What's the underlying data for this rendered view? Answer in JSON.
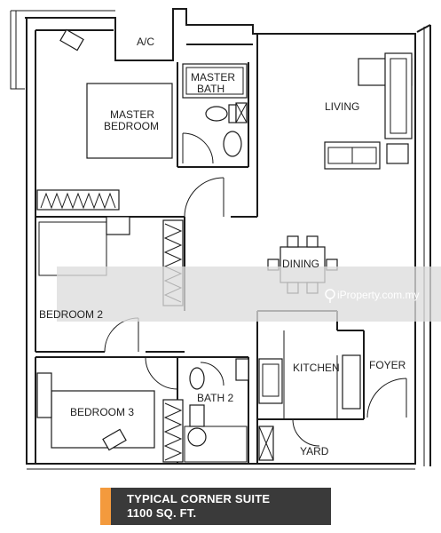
{
  "rooms": {
    "ac": "A/C",
    "master_bath_1": "MASTER",
    "master_bath_2": "BATH",
    "master_bedroom_1": "MASTER",
    "master_bedroom_2": "BEDROOM",
    "living": "LIVING",
    "dining": "DINING",
    "bedroom2": "BEDROOM 2",
    "bedroom3": "BEDROOM 3",
    "bath2": "BATH 2",
    "kitchen": "KITCHEN",
    "foyer": "FOYER",
    "yard": "YARD"
  },
  "watermark": {
    "text": "iProperty.com.my",
    "icon": "pin-icon"
  },
  "caption": {
    "line1": "TYPICAL CORNER SUITE",
    "line2": "1100 SQ. FT."
  },
  "colors": {
    "accent": "#f39a3d",
    "caption_bg": "#3a3a3a"
  }
}
